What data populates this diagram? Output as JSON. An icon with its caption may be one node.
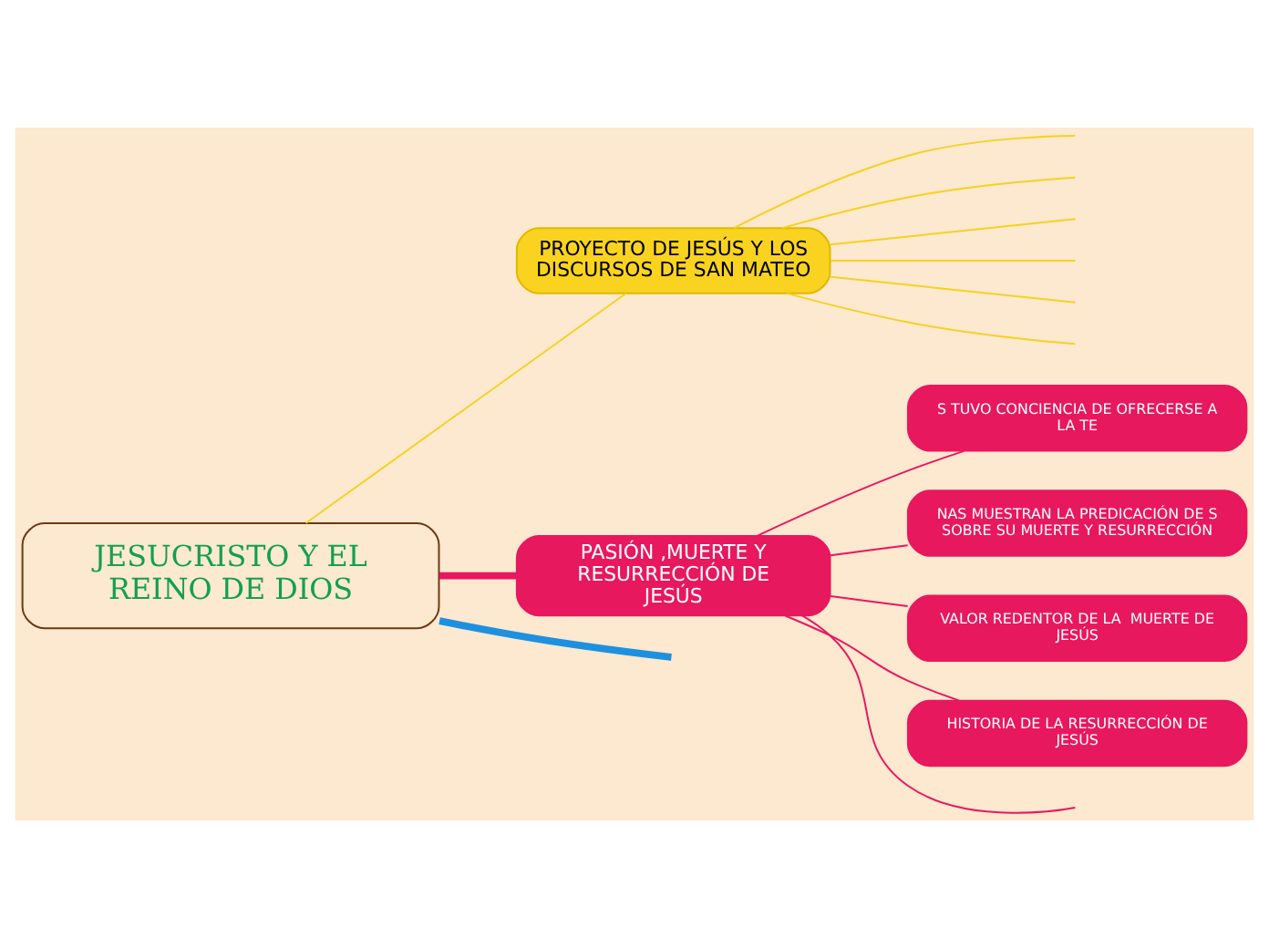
{
  "diagram": {
    "nodes": [
      {
        "text": [
          "JESUCRISTO Y EL REINO DE DIOS"
        ]
      },
      {
        "text": [
          "PROYECTO DE JESÚS Y LOS DISCURSOS DE SAN MATEO"
        ]
      },
      {
        "text": [
          "PASIÓN ,MUERTE Y RESURRECCIÓN DE JESÚS"
        ]
      },
      {
        "text": [
          "S TUVO CONCIENCIA DE OFRECERSE A LA TE"
        ]
      },
      {
        "text": [
          "NAS MUESTRAN LA PREDICACIÓN DE S SOBRE SU MUERTE Y RESURRECCIÓN"
        ]
      },
      {
        "text": [
          "VALOR REDENTOR DE LA  MUERTE DE JESÚS"
        ]
      },
      {
        "text": [
          "HISTORIA DE LA RESURRECCIÓN DE JESÚS"
        ]
      }
    ],
    "edges": [
      {
        "from": 0,
        "to": null,
        "arrow": "none",
        "style": "thick",
        "color": "#1e90e0"
      },
      {
        "from": 0,
        "to": 1,
        "arrow": "none",
        "color": "#f5d21f"
      },
      {
        "from": 0,
        "to": 2,
        "arrow": "none",
        "style": "thick",
        "color": "#e8185e"
      },
      {
        "from": 1,
        "to": null,
        "arrow": "none",
        "color": "#f5d21f"
      },
      {
        "from": 1,
        "to": null,
        "arrow": "none",
        "color": "#f5d21f"
      },
      {
        "from": 1,
        "to": null,
        "arrow": "none",
        "color": "#f5d21f"
      },
      {
        "from": 1,
        "to": null,
        "arrow": "none",
        "color": "#f5d21f"
      },
      {
        "from": 1,
        "to": null,
        "arrow": "none",
        "color": "#f5d21f"
      },
      {
        "from": 1,
        "to": null,
        "arrow": "none",
        "color": "#f5d21f"
      },
      {
        "from": 2,
        "to": 3,
        "arrow": "none",
        "color": "#e8185e"
      },
      {
        "from": 2,
        "to": 4,
        "arrow": "none",
        "color": "#e8185e"
      },
      {
        "from": 2,
        "to": 5,
        "arrow": "none",
        "color": "#e8185e"
      },
      {
        "from": 2,
        "to": 6,
        "arrow": "none",
        "color": "#e8185e"
      },
      {
        "from": 2,
        "to": null,
        "arrow": "none",
        "color": "#e8185e"
      }
    ]
  }
}
